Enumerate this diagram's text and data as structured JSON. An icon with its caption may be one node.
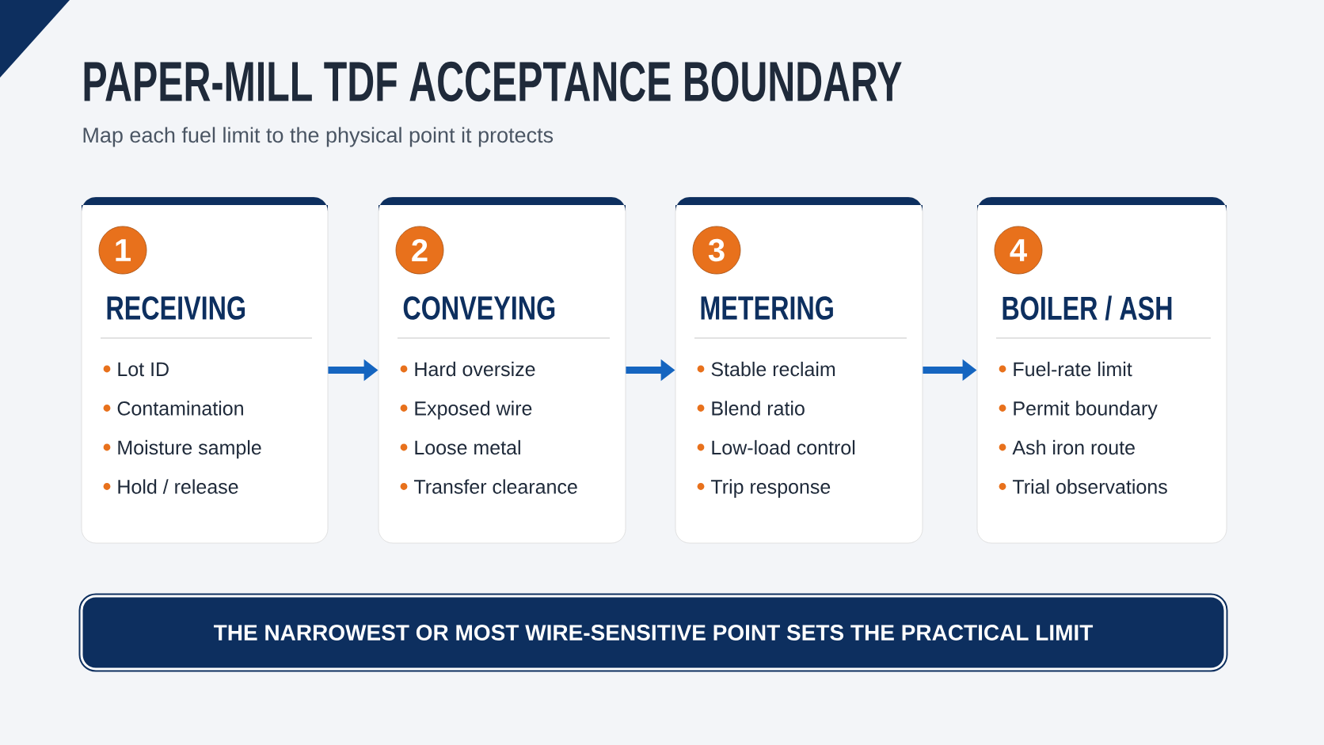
{
  "diagram": {
    "title": "PAPER-MILL TDF ACCEPTANCE BOUNDARY",
    "nodes": [
      {
        "text": [
          "1",
          "RECEIVING",
          "Lot ID",
          "Contamination",
          "Moisture sample",
          "Hold / release"
        ]
      },
      {
        "text": [
          "2",
          "CONVEYING",
          "Hard oversize",
          "Exposed wire",
          "Loose metal",
          "Transfer clearance"
        ]
      },
      {
        "text": [
          "3",
          "METERING",
          "Stable reclaim",
          "Blend ratio",
          "Low-load control",
          "Trip response"
        ]
      },
      {
        "text": [
          "4",
          "BOILER / ASH",
          "Fuel-rate limit",
          "Permit boundary",
          "Ash iron route",
          "Trial observations"
        ]
      },
      {
        "text": [
          "THE NARROWEST OR MOST WIRE-SENSITIVE POINT SETS THE PRACTICAL LIMIT"
        ]
      }
    ],
    "edges": [
      {
        "from": 0,
        "to": 1,
        "arrow": "to"
      },
      {
        "from": 1,
        "to": 2,
        "arrow": "to"
      },
      {
        "from": 2,
        "to": 3,
        "arrow": "to"
      }
    ],
    "labels": [
      "Map each fuel limit to the physical point it protects"
    ]
  }
}
